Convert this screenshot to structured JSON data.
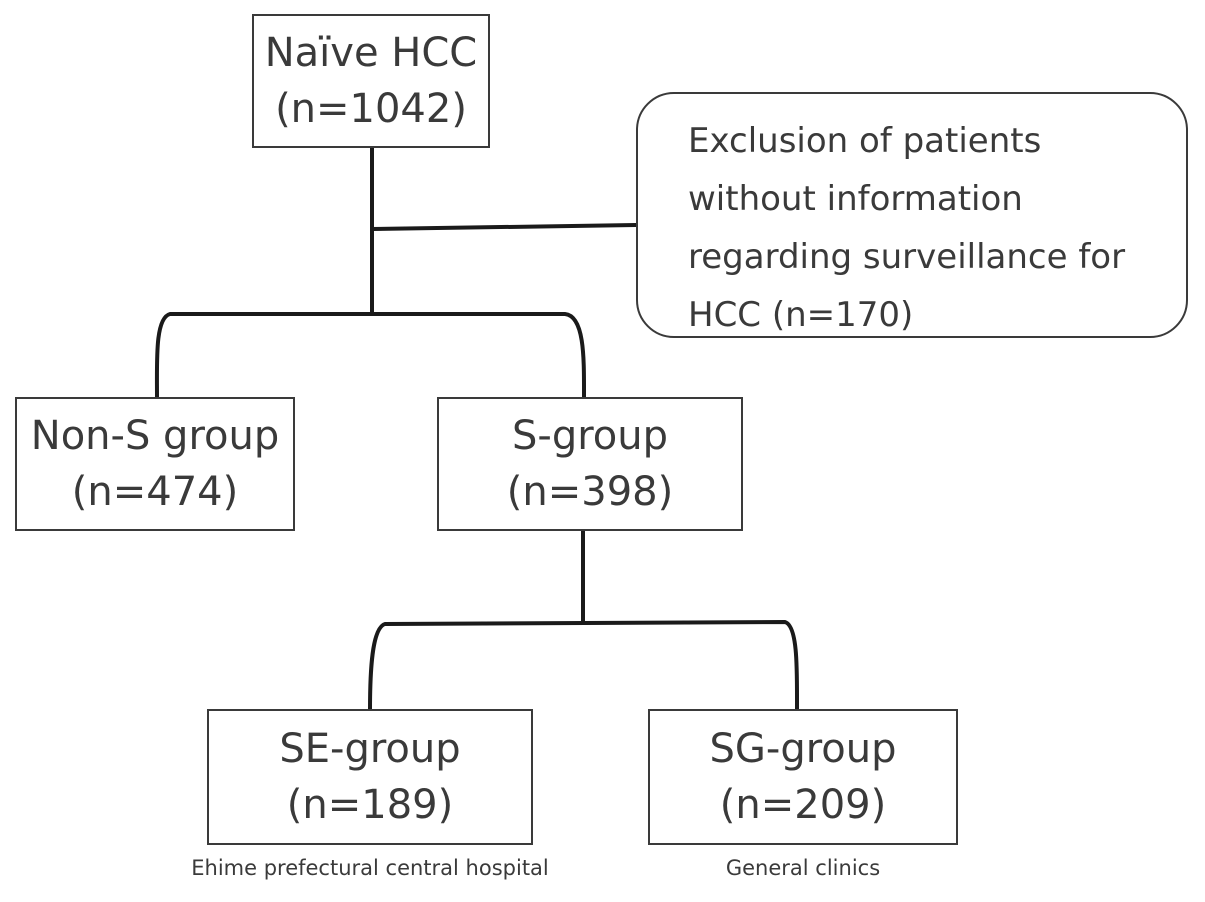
{
  "nodes": {
    "naive": {
      "name": "Naïve HCC",
      "count": "(n=1042)"
    },
    "exclusion": {
      "lines": [
        "Exclusion of patients",
        "without information",
        "regarding surveillance for",
        "HCC (n=170)"
      ]
    },
    "non_s": {
      "name": "Non-S group",
      "count": "(n=474)"
    },
    "s": {
      "name": "S-group",
      "count": "(n=398)"
    },
    "se": {
      "name": "SE-group",
      "count": "(n=189)",
      "note": "Ehime prefectural central hospital"
    },
    "sg": {
      "name": "SG-group",
      "count": "(n=209)",
      "note": "General clinics"
    }
  },
  "colors": {
    "line": "#1a1a1a",
    "border": "#3a3a3a",
    "text": "#3a3a3a",
    "background": "#ffffff"
  }
}
